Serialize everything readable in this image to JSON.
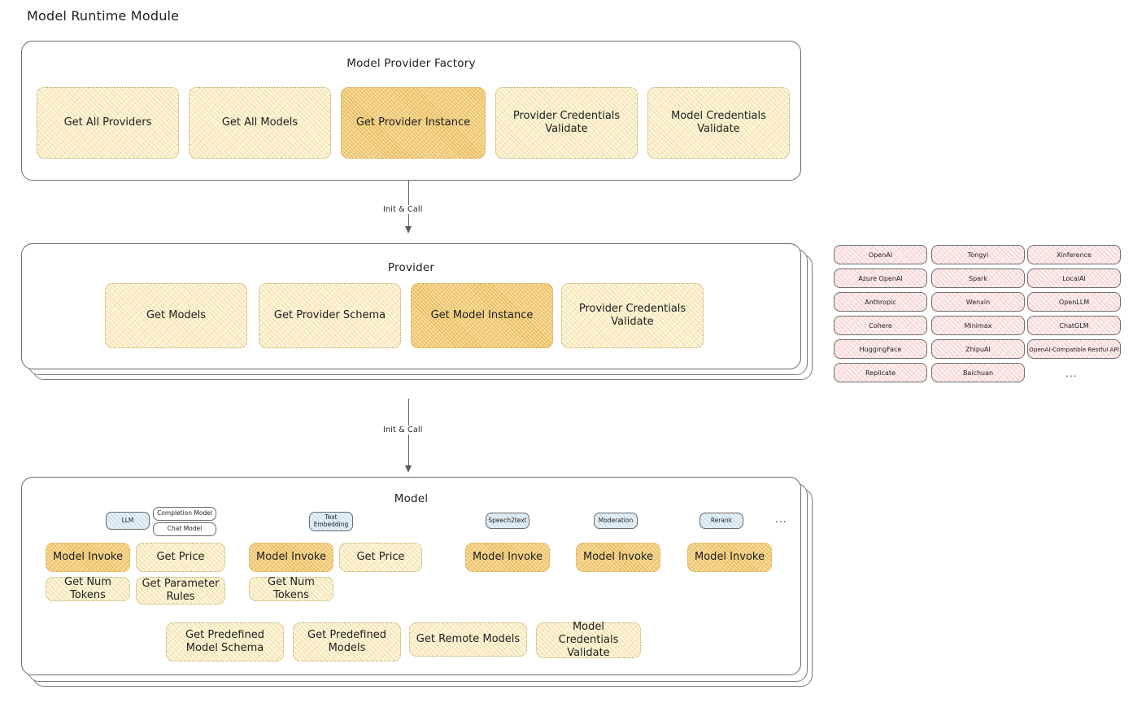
{
  "page": {
    "title": "Model Runtime Module"
  },
  "colors": {
    "node_fill": "#fdf6e0",
    "node_highlight_fill": "#f8dfa5",
    "provider_pill_fill": "#fdf0f0",
    "badge_fill": "#e6f0f8",
    "stroke": "#1e1e1e"
  },
  "factory": {
    "title": "Model Provider Factory",
    "nodes": [
      {
        "label": "Get All Providers",
        "highlighted": false
      },
      {
        "label": "Get All Models",
        "highlighted": false
      },
      {
        "label": "Get Provider Instance",
        "highlighted": true
      },
      {
        "label": "Provider Credentials Validate",
        "highlighted": false
      },
      {
        "label": "Model Credentials Validate",
        "highlighted": false
      }
    ]
  },
  "arrow1": {
    "label": "Init & Call"
  },
  "provider": {
    "title": "Provider",
    "nodes": [
      {
        "label": "Get Models",
        "highlighted": false
      },
      {
        "label": "Get Provider Schema",
        "highlighted": false
      },
      {
        "label": "Get Model Instance",
        "highlighted": true
      },
      {
        "label": "Provider Credentials Validate",
        "highlighted": false
      }
    ]
  },
  "provider_list": {
    "columns": [
      {
        "items": [
          "OpenAI",
          "Azure OpenAI",
          "Anthropic",
          "Cohere",
          "HuggingFace",
          "Replicate"
        ]
      },
      {
        "items": [
          "Tongyi",
          "Spark",
          "Wenxin",
          "Minimax",
          "ZhipuAI",
          "Baichuan"
        ]
      },
      {
        "items": [
          "Xinference",
          "LocalAI",
          "OpenLLM",
          "ChatGLM",
          "OpenAI-Compatible Restful API"
        ]
      }
    ],
    "more": "..."
  },
  "arrow2": {
    "label": "Init & Call"
  },
  "model": {
    "title": "Model",
    "more": "...",
    "groups": [
      {
        "badge": "LLM",
        "sub_badges": [
          "Completion Model",
          "Chat Model"
        ],
        "nodes": [
          {
            "label": "Model Invoke",
            "highlighted": true
          },
          {
            "label": "Get Price",
            "highlighted": false
          },
          {
            "label": "Get Num Tokens",
            "highlighted": false
          },
          {
            "label": "Get Parameter Rules",
            "highlighted": false
          }
        ]
      },
      {
        "badge": "Text Embedding",
        "sub_badges": [],
        "nodes": [
          {
            "label": "Model Invoke",
            "highlighted": true
          },
          {
            "label": "Get Price",
            "highlighted": false
          },
          {
            "label": "Get Num Tokens",
            "highlighted": false
          }
        ]
      },
      {
        "badge": "Speech2text",
        "sub_badges": [],
        "nodes": [
          {
            "label": "Model Invoke",
            "highlighted": true
          }
        ]
      },
      {
        "badge": "Moderation",
        "sub_badges": [],
        "nodes": [
          {
            "label": "Model Invoke",
            "highlighted": true
          }
        ]
      },
      {
        "badge": "Rerank",
        "sub_badges": [],
        "nodes": [
          {
            "label": "Model Invoke",
            "highlighted": true
          }
        ]
      }
    ],
    "common_nodes": [
      {
        "label": "Get Predefined Model Schema"
      },
      {
        "label": "Get Predefined Models"
      },
      {
        "label": "Get Remote Models"
      },
      {
        "label": "Model Credentials Validate"
      }
    ]
  }
}
